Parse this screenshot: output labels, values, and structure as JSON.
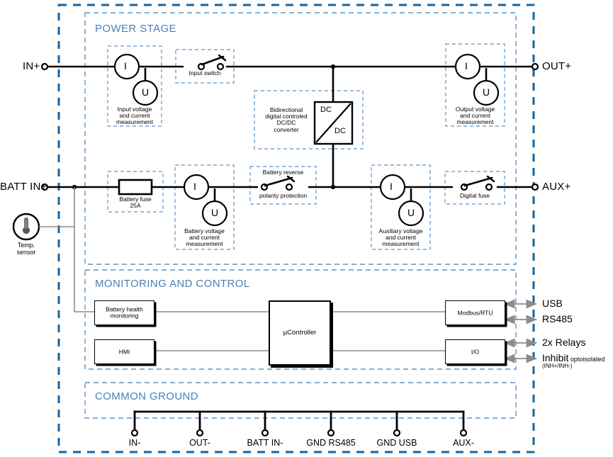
{
  "diagram": {
    "title": "Power Stage / Monitoring and Control / Common Ground block diagram",
    "accent_outer": "#1464a0",
    "accent_inner": "#5b93c8",
    "section_title_color": "#4a80b4",
    "wire_color": "#000000",
    "signal_wire_color": "#8c8c8c"
  },
  "sections": {
    "power_stage": "POWER STAGE",
    "monitoring": "MONITORING AND CONTROL",
    "ground": "COMMON GROUND"
  },
  "terminals": {
    "in_plus": "IN+",
    "out_plus": "OUT+",
    "batt_in_plus": "BATT IN+",
    "aux_plus": "AUX+"
  },
  "power_stage_blocks": [
    {
      "id": "input-measurement",
      "caption": "Input voltage\nand current\nmeasurement",
      "meters": [
        "I",
        "U"
      ]
    },
    {
      "id": "input-switch",
      "caption": "Input switch",
      "symbol": "switch"
    },
    {
      "id": "dcdc",
      "caption": "Bidirectional\ndigital controled\nDC/DC\nconverter",
      "symbol_top": "DC",
      "symbol_bottom": "DC"
    },
    {
      "id": "output-measurement",
      "caption": "Output voltage\nand current\nmeasurement",
      "meters": [
        "I",
        "U"
      ]
    },
    {
      "id": "battery-fuse",
      "caption": "Battery fuse\n25A",
      "symbol": "fuse"
    },
    {
      "id": "battery-measurement",
      "caption": "Battery voltage\nand current\nmeasurement",
      "meters": [
        "I",
        "U"
      ]
    },
    {
      "id": "reverse-polarity",
      "caption_top": "Battery reverse",
      "caption_bottom": "polarity protection",
      "symbol": "switch"
    },
    {
      "id": "aux-measurement",
      "caption": "Auxiliary voltage\nand current\nmeasurement",
      "meters": [
        "I",
        "U"
      ]
    },
    {
      "id": "digital-fuse",
      "caption": "Digital fuse",
      "symbol": "switch"
    }
  ],
  "temp_sensor": {
    "label": "Temp.\nsensor",
    "line1": "Temp.",
    "line2": "sensor"
  },
  "meter_labels": {
    "current": "I",
    "voltage": "U"
  },
  "dcdc_symbol": {
    "top": "DC",
    "bottom": "DC"
  },
  "monitoring_blocks": [
    {
      "id": "battery-health-monitoring",
      "label": "Battery health\nmonitoring",
      "line1": "Battery health",
      "line2": "monitoring"
    },
    {
      "id": "hmi",
      "label": "HMI"
    },
    {
      "id": "ucontroller",
      "label": "µController"
    },
    {
      "id": "modbus-rtu",
      "label": "Modbus/RTU"
    },
    {
      "id": "io",
      "label": "I/O"
    }
  ],
  "interfaces": [
    {
      "id": "usb",
      "label": "USB"
    },
    {
      "id": "rs485",
      "label": "RS485"
    },
    {
      "id": "relays",
      "label": "2x Relays"
    },
    {
      "id": "inhibit",
      "label": "Inhibit",
      "sublabel": "optoisolated",
      "detail": "(INH+/INH-)"
    }
  ],
  "ground_terminals": [
    {
      "id": "in-minus",
      "label": "IN-"
    },
    {
      "id": "out-minus",
      "label": "OUT-"
    },
    {
      "id": "batt-in-minus",
      "label": "BATT IN-"
    },
    {
      "id": "gnd-rs485",
      "label": "GND RS485"
    },
    {
      "id": "gnd-usb",
      "label": "GND USB"
    },
    {
      "id": "aux-minus",
      "label": "AUX-"
    }
  ]
}
